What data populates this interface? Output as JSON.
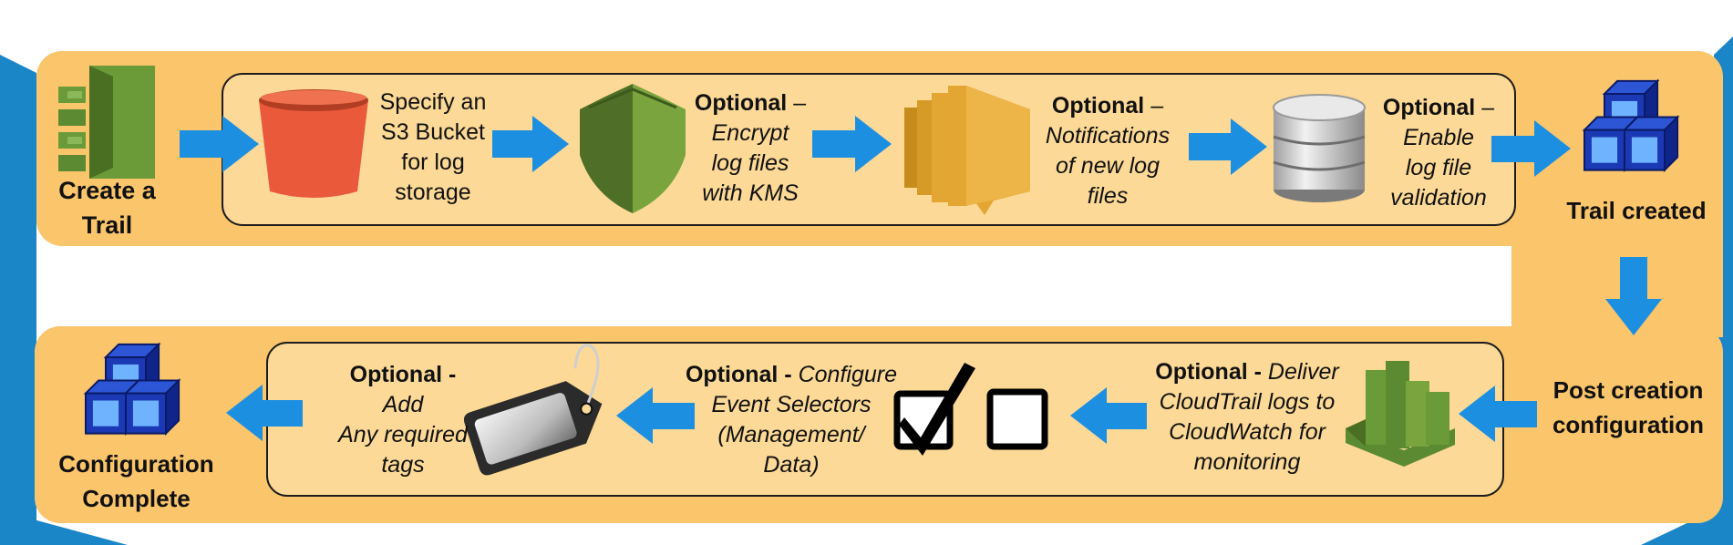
{
  "colors": {
    "band": "#fac56b",
    "panel": "#fcd996",
    "arrow": "#1d8fe0",
    "bucket": "#e9593a",
    "shield": "#5b8a32",
    "sns": "#e3a632",
    "cube": "#1b39b4",
    "cloudwatch": "#6b9a38",
    "side_accent": "#1a86c7"
  },
  "top_row": {
    "start": {
      "line1": "Create a",
      "line2": "Trail",
      "icon": "cloudtrail-icon"
    },
    "step1": {
      "lines": [
        "Specify an",
        "S3 Bucket",
        "for log",
        "storage"
      ],
      "icon": "s3-bucket-icon"
    },
    "step2": {
      "bold": "Optional",
      "dash": " –",
      "lines": [
        "Encrypt",
        "log files",
        "with KMS"
      ],
      "icon": "kms-shield-icon"
    },
    "step3": {
      "bold": "Optional",
      "dash": " –",
      "lines": [
        "Notifications",
        "of new log",
        "files"
      ],
      "icon": "sns-icon"
    },
    "step4": {
      "bold": "Optional",
      "dash": " –",
      "lines": [
        "Enable",
        "log file",
        "validation"
      ],
      "icon": "database-icon"
    },
    "end": {
      "label": "Trail created",
      "icon": "cubes-icon"
    }
  },
  "right_column": {
    "line1": "Post creation",
    "line2": "configuration"
  },
  "bottom_row": {
    "step1": {
      "bold": "Optional -",
      "lines": [
        "Deliver",
        "CloudTrail logs to",
        "CloudWatch for",
        "monitoring"
      ],
      "icon": "cloudwatch-icon"
    },
    "step2": {
      "bold": "Optional -",
      "lines": [
        "Configure",
        "Event Selectors",
        "(Management/",
        "Data)"
      ],
      "icon": "checkbox-icons"
    },
    "step3": {
      "bold": "Optional -",
      "lines": [
        "Add",
        "Any required",
        "tags"
      ],
      "icon": "tag-icon"
    },
    "end": {
      "line1": "Configuration",
      "line2": "Complete",
      "icon": "cubes-icon"
    }
  }
}
